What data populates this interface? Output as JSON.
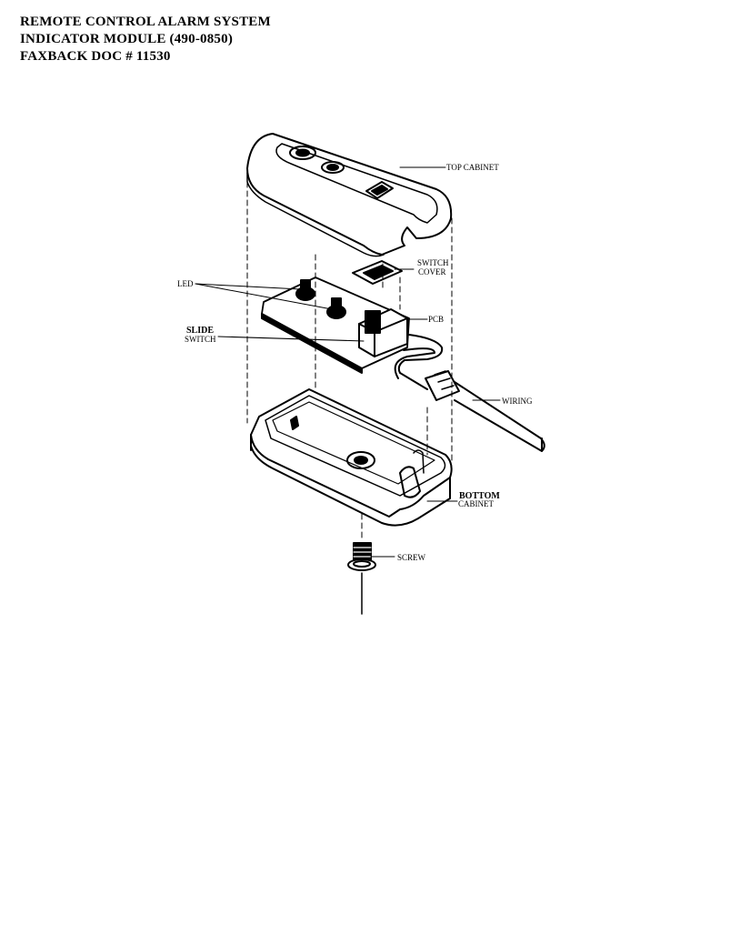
{
  "header": {
    "line1": "REMOTE CONTROL ALARM SYSTEM",
    "line2": "INDICATOR MODULE  (490-0850)",
    "line3": "FAXBACK DOC # 11530"
  },
  "labels": {
    "top_cabinet": "TOP CABINET",
    "switch_cover_1": "SWITCH",
    "switch_cover_2": "COVER",
    "led": "LED",
    "pcb": "PCB",
    "slide_switch_1": "SLIDE",
    "slide_switch_2": "SWITCH",
    "wiring": "WIRING",
    "bottom_cabinet_1": "BOTTOM",
    "bottom_cabinet_2": "CABINET",
    "screw": "SCREW"
  }
}
